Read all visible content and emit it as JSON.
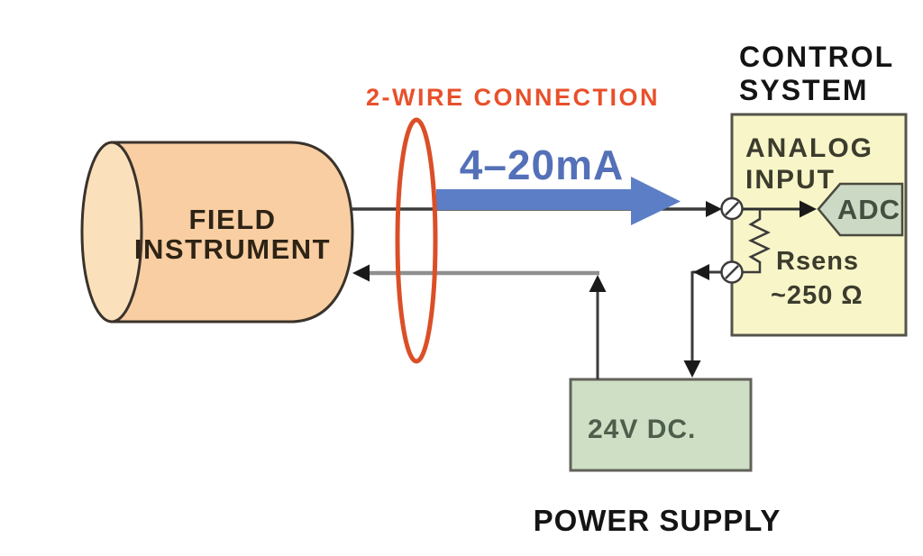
{
  "colors": {
    "background": "#FFFFFF",
    "loop_red": "#DB4F28",
    "label_red": "#E8502B",
    "signal_blue": "#5B7EC6",
    "signal_text_blue": "#5470B8",
    "cylinder_body": "#F8CEA2",
    "cylinder_face": "#FBE0BC",
    "cylinder_border": "#3A332B",
    "control_box_fill": "#F8F5C8",
    "control_box_border": "#54544A",
    "adc_fill": "#CBD9C5",
    "power_fill": "#CEDFC5",
    "power_border": "#62625A",
    "wire_dark": "#3B3B3B",
    "wire_gray": "#8F8F8F",
    "arrow_black": "#1A1A1A"
  },
  "field_instrument": {
    "label_line1": "FIELD",
    "label_line2": "INSTRUMENT"
  },
  "connection": {
    "label": "2-WIRE CONNECTION",
    "current_range": "4–20mA"
  },
  "control_system": {
    "title_line1": "CONTROL",
    "title_line2": "SYSTEM",
    "input_label_line1": "ANALOG",
    "input_label_line2": "INPUT",
    "adc_label": "ADC",
    "resistor_name": "Rsens",
    "resistor_value": "~250 Ω"
  },
  "power_supply": {
    "voltage_label": "24V DC.",
    "caption": "POWER SUPPLY"
  }
}
